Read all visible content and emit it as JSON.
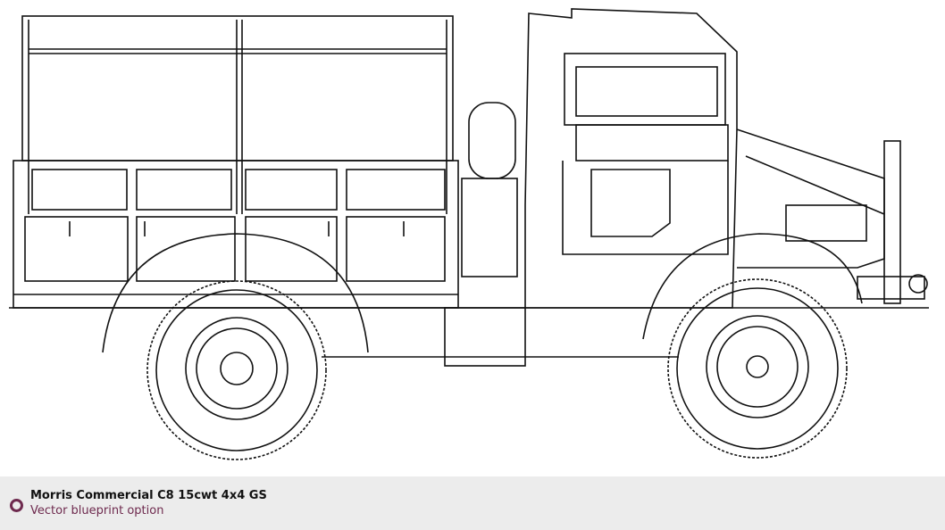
{
  "image": {
    "subject": "truck-side-view-line-drawing"
  },
  "caption": {
    "title": "Morris Commercial C8 15cwt 4x4 GS",
    "subtitle": "Vector blueprint option",
    "icon": "ring-bullet-icon",
    "accent_color": "#6e2a4e"
  }
}
